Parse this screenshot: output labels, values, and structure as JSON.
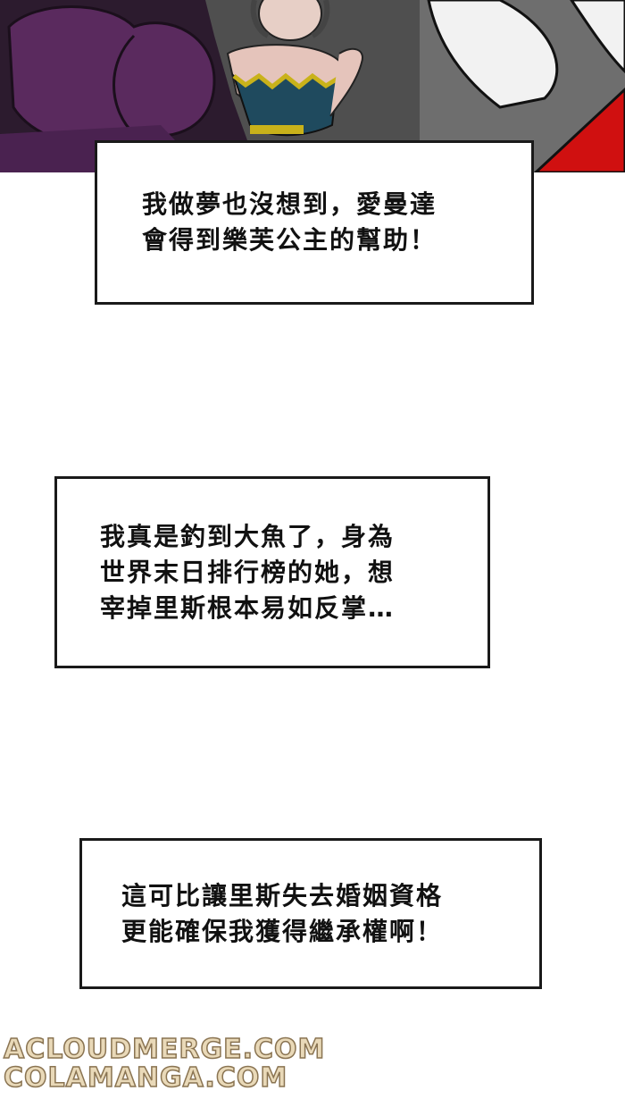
{
  "captions": [
    {
      "lines": [
        "我做夢也沒想到，愛曼達",
        "會得到樂芙公主的幫助！"
      ]
    },
    {
      "lines": [
        "我真是釣到大魚了，身為",
        "世界末日排行榜的她，想",
        "宰掉里斯根本易如反掌…"
      ]
    },
    {
      "lines": [
        "這可比讓里斯失去婚姻資格",
        "更能確保我獲得繼承權啊！"
      ]
    }
  ],
  "watermarks": [
    "ACLOUDMERGE.COM",
    "COLAMANGA.COM"
  ]
}
